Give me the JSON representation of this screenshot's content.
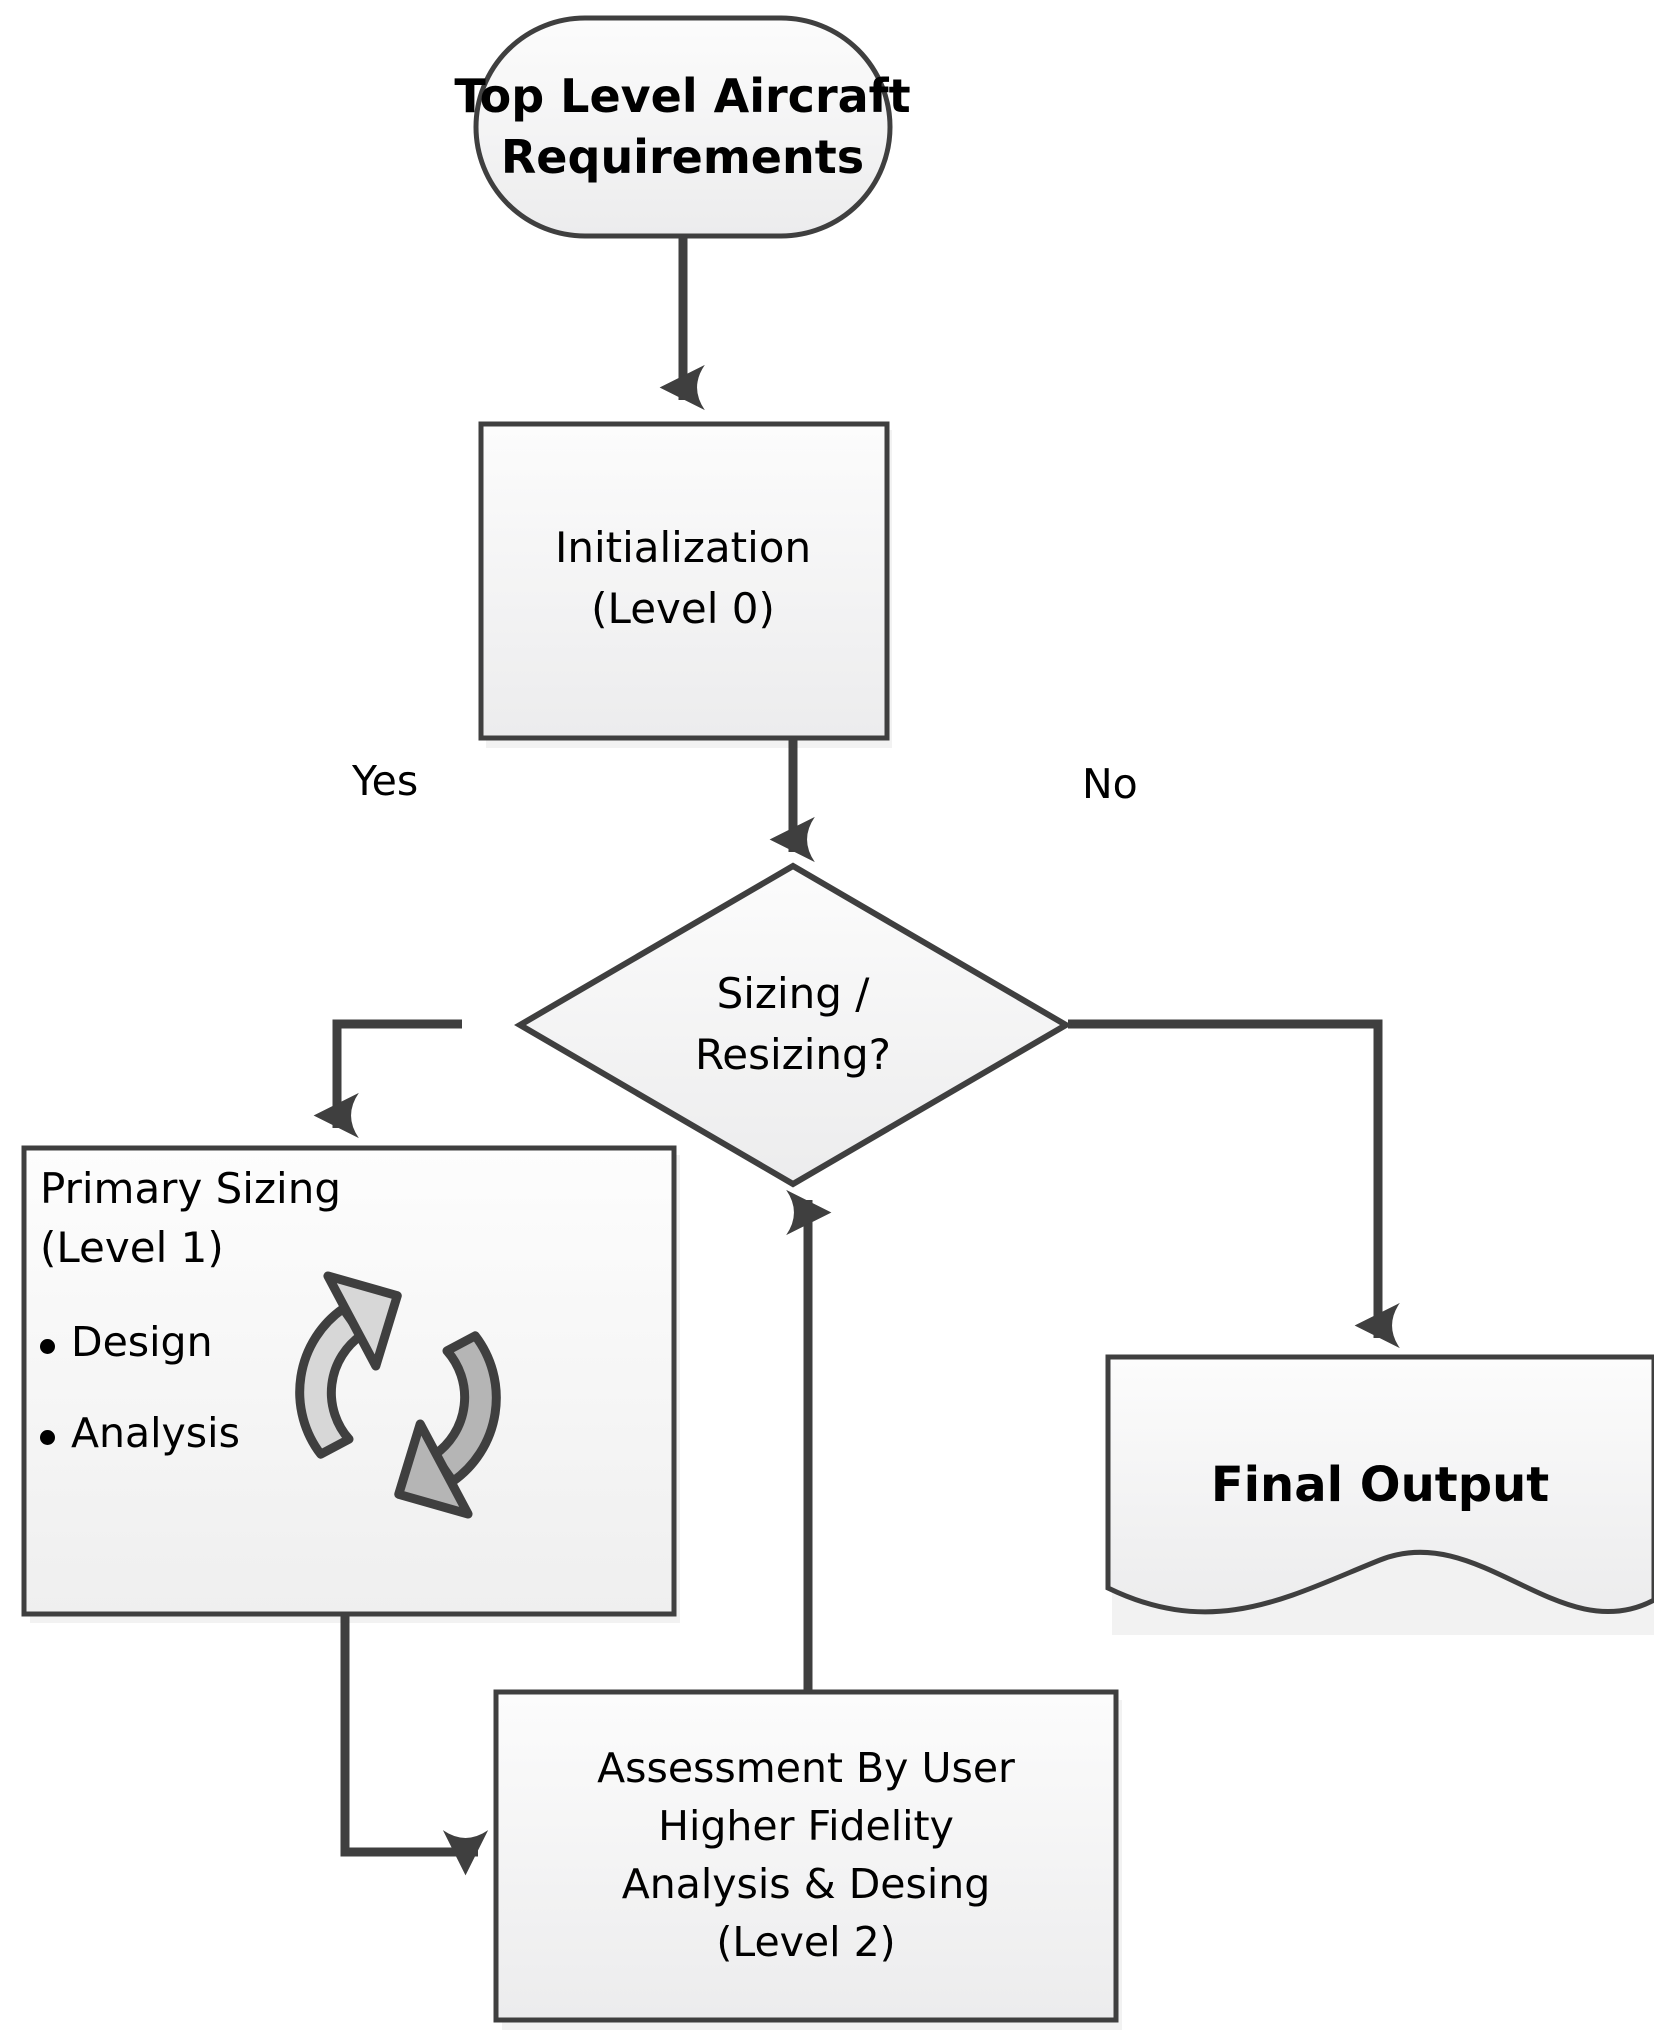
{
  "diagram": {
    "title_alt": "Aircraft sizing process flowchart",
    "colors": {
      "stroke": "#3f3f3f",
      "node_fill_top": "#fbfbfb",
      "node_fill_bottom": "#eeeeee",
      "text": "#000000",
      "cycle_arrow_light": "#d9d9d9",
      "cycle_arrow_dark": "#b3b3b3",
      "background": "#ffffff"
    },
    "nodes": {
      "top_requirements": {
        "shape": "rounded-terminator",
        "lines": [
          "Top Level Aircraft",
          "Requirements"
        ]
      },
      "initialization": {
        "shape": "rectangle",
        "lines": [
          "Initialization",
          "(Level 0)"
        ]
      },
      "decision": {
        "shape": "diamond",
        "lines": [
          "Sizing /",
          "Resizing?"
        ]
      },
      "primary_sizing": {
        "shape": "rectangle",
        "lines": [
          "Primary Sizing",
          "(Level 1)"
        ],
        "bullets": [
          "Design",
          "Analysis"
        ],
        "icon": "cycle-arrows-icon"
      },
      "final_output": {
        "shape": "wave-document",
        "lines": [
          "Final Output"
        ]
      },
      "assessment": {
        "shape": "rectangle",
        "lines": [
          "Assessment By User",
          "Higher Fidelity",
          "Analysis & Desing",
          "(Level 2)"
        ]
      }
    },
    "edges": {
      "yes_label": "Yes",
      "no_label": "No"
    }
  }
}
